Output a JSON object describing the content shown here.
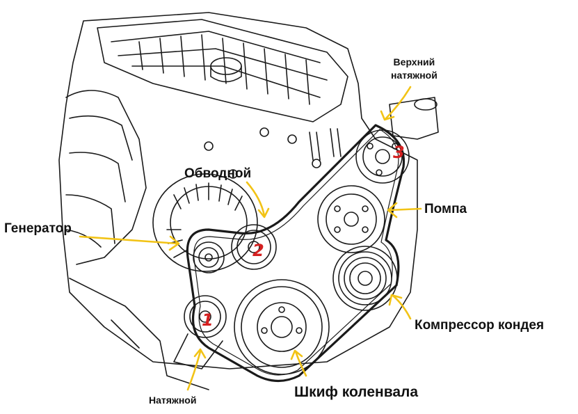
{
  "labels": {
    "upper_tensioner_line1": "Верхний",
    "upper_tensioner_line2": "натяжной",
    "idler": "Обводной",
    "water_pump": "Помпа",
    "alternator": "Генератор",
    "ac_compressor": "Компрессор кондея",
    "tensioner": "Натяжной",
    "crankshaft_pulley": "Шкиф коленвала"
  },
  "markers": {
    "one": "1",
    "two": "2",
    "three": "3"
  },
  "colors": {
    "line_art": "#1a1a1a",
    "arrow": "#f2c316",
    "marker": "#d42020",
    "label_text": "#111111",
    "background": "#ffffff"
  }
}
